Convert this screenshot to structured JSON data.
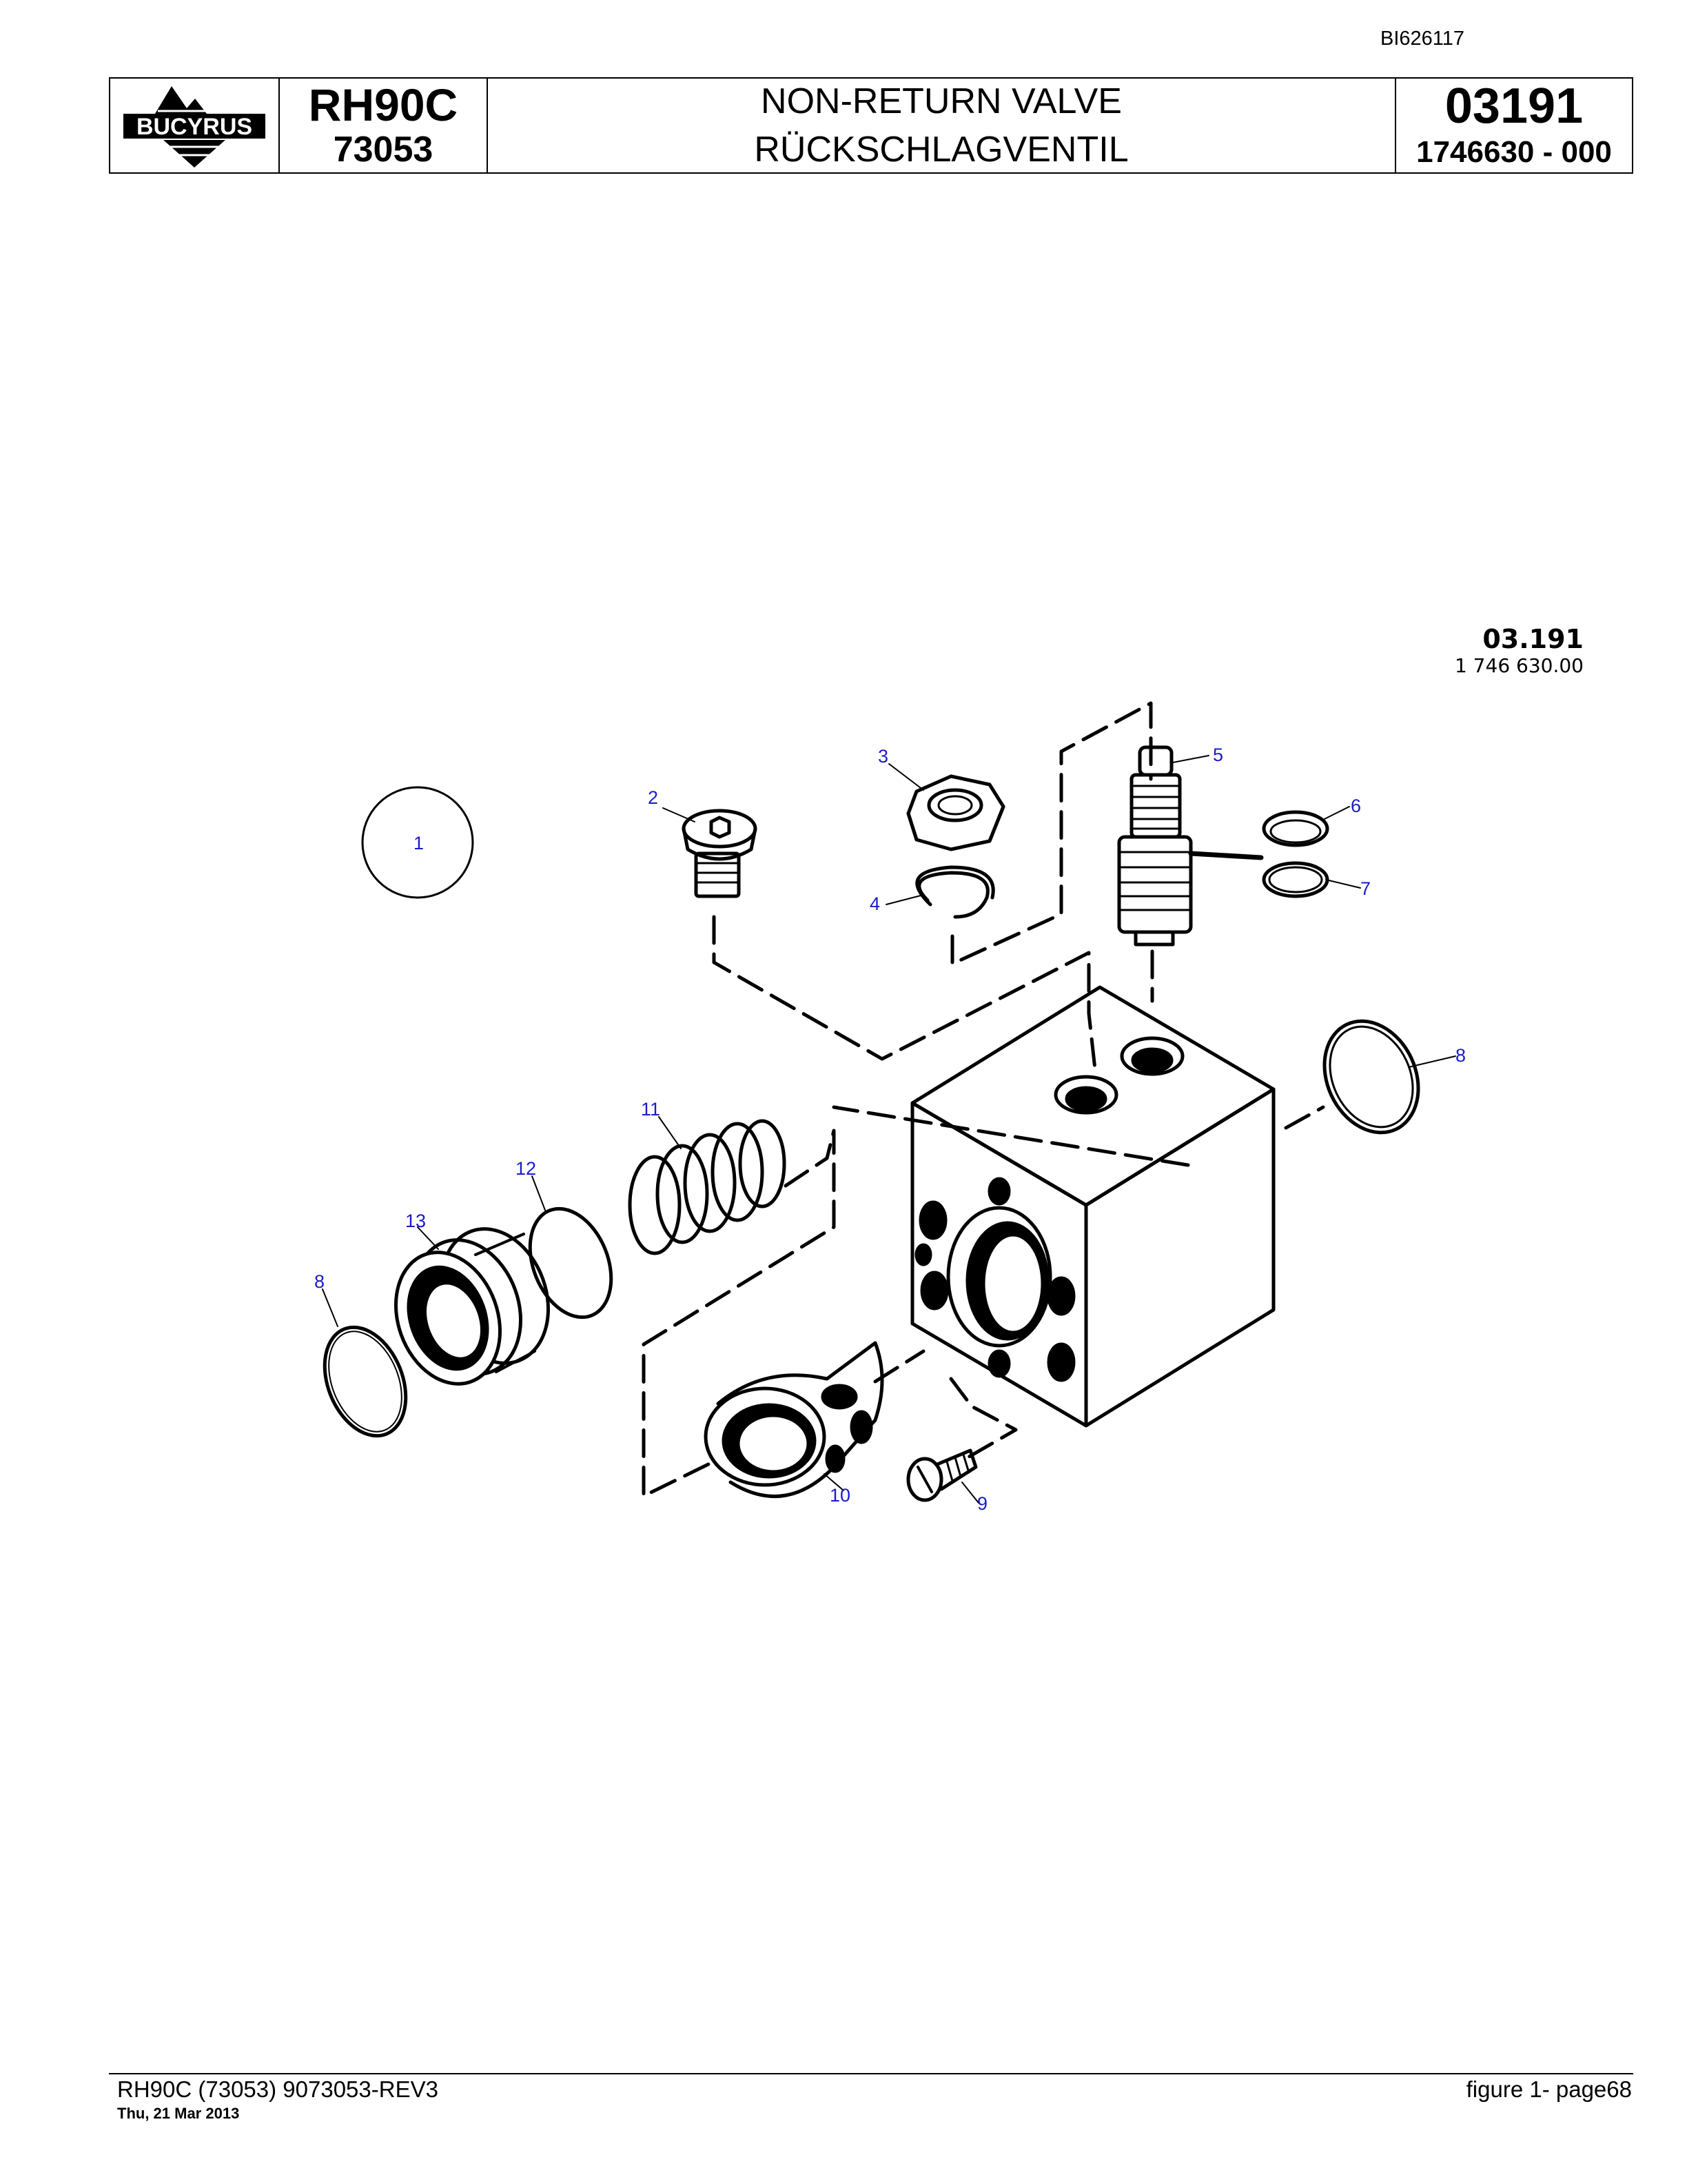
{
  "doc_id": "BI626117",
  "header": {
    "logo_text": "BUCYRUS",
    "model": "RH90C",
    "serial": "73053",
    "title_en": "NON-RETURN VALVE",
    "title_de": "RÜCKSCHLAGVENTIL",
    "group_number": "03191",
    "part_number": "1746630  - 000"
  },
  "figure_ref": {
    "group": "03.191",
    "part": "1 746 630.00"
  },
  "callouts": {
    "c1": "1",
    "c2": "2",
    "c3": "3",
    "c4": "4",
    "c5": "5",
    "c6": "6",
    "c7": "7",
    "c8a": "8",
    "c8b": "8",
    "c9": "9",
    "c10": "10",
    "c11": "11",
    "c12": "12",
    "c13": "13"
  },
  "footer": {
    "left": "RH90C (73053) 9073053-REV3",
    "date": "Thu, 21 Mar 2013",
    "right": "figure  1- page68"
  }
}
